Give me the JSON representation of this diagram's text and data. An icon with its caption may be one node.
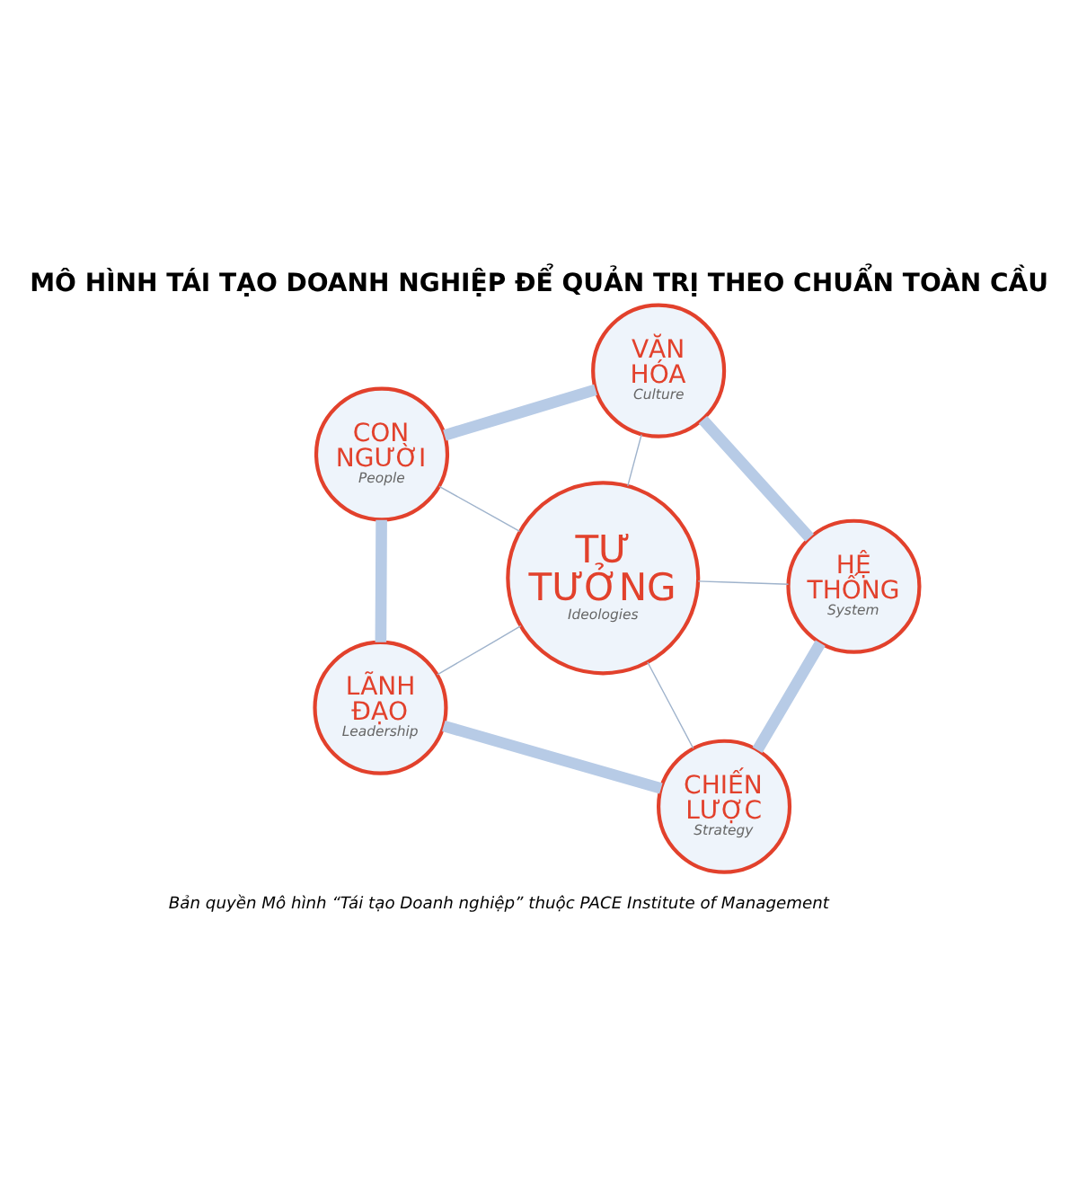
{
  "diagram": {
    "title": "MÔ HÌNH TÁI TẠO DOANH NGHIỆP ĐỂ QUẢN TRỊ THEO CHUẨN TOÀN CẦU",
    "caption": "Bản quyền Mô hình “Tái tạo Doanh nghiệp” thuộc PACE Institute of Management",
    "nodes": [
      {
        "text": [
          "LÃNH ĐẠO",
          "Leadership"
        ]
      },
      {
        "text": [
          "CHIẾN LƯỢC",
          "Strategy"
        ]
      },
      {
        "text": [
          "TƯ TƯỞNG",
          "Ideologies"
        ]
      },
      {
        "text": [
          "CON NGƯỜI",
          "People"
        ]
      },
      {
        "text": [
          "HỆ THỐNG",
          "System"
        ]
      },
      {
        "text": [
          "VĂN HÓA",
          "Culture"
        ]
      }
    ],
    "edges": [
      {
        "from": 2,
        "to": 0,
        "arrow": "none"
      },
      {
        "from": 2,
        "to": 3,
        "arrow": "none"
      },
      {
        "from": 2,
        "to": 5,
        "arrow": "none"
      },
      {
        "from": 2,
        "to": 4,
        "arrow": "none"
      },
      {
        "from": 2,
        "to": 1,
        "arrow": "none"
      },
      {
        "from": 0,
        "to": 3,
        "arrow": "none",
        "style": "thick",
        "color": "#b7cbe6"
      },
      {
        "from": 3,
        "to": 5,
        "arrow": "none",
        "style": "thick",
        "color": "#b7cbe6"
      },
      {
        "from": 5,
        "to": 4,
        "arrow": "none",
        "style": "thick",
        "color": "#b7cbe6"
      },
      {
        "from": 4,
        "to": 1,
        "arrow": "none",
        "style": "thick",
        "color": "#b7cbe6"
      },
      {
        "from": 1,
        "to": 0,
        "arrow": "none",
        "style": "thick",
        "color": "#b7cbe6"
      }
    ]
  }
}
